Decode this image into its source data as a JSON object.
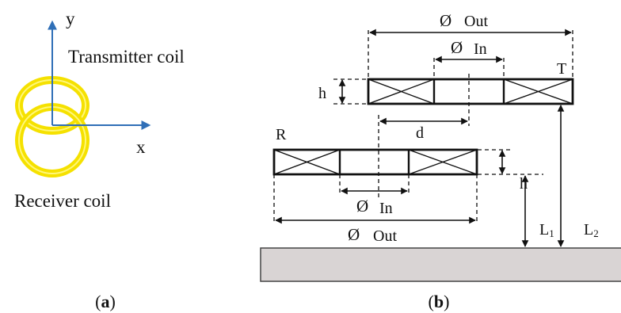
{
  "colors": {
    "axis": "#2f6fb7",
    "coil": "#f5e100",
    "coil_highlight": "#fff77a",
    "ground": "#d9d4d4",
    "line": "#111111"
  },
  "panel_a": {
    "axis_y_label": "y",
    "axis_x_label": "x",
    "transmitter_label": "Transmitter coil",
    "receiver_label": "Receiver coil",
    "caption_open": "(",
    "caption_letter": "a",
    "caption_close": ")"
  },
  "panel_b": {
    "diameter_symbol": "Ø",
    "top_outer_label": "Out",
    "top_inner_label": "In",
    "transmitter_tag": "T",
    "top_height_label": "h",
    "offset_label": "d",
    "receiver_tag": "R",
    "bottom_height_label": "h",
    "bottom_inner_label": "In",
    "bottom_outer_label": "Out",
    "l1_main": "L",
    "l1_sub": "1",
    "l2_main": "L",
    "l2_sub": "2",
    "caption_open": "(",
    "caption_letter": "b",
    "caption_close": ")"
  }
}
